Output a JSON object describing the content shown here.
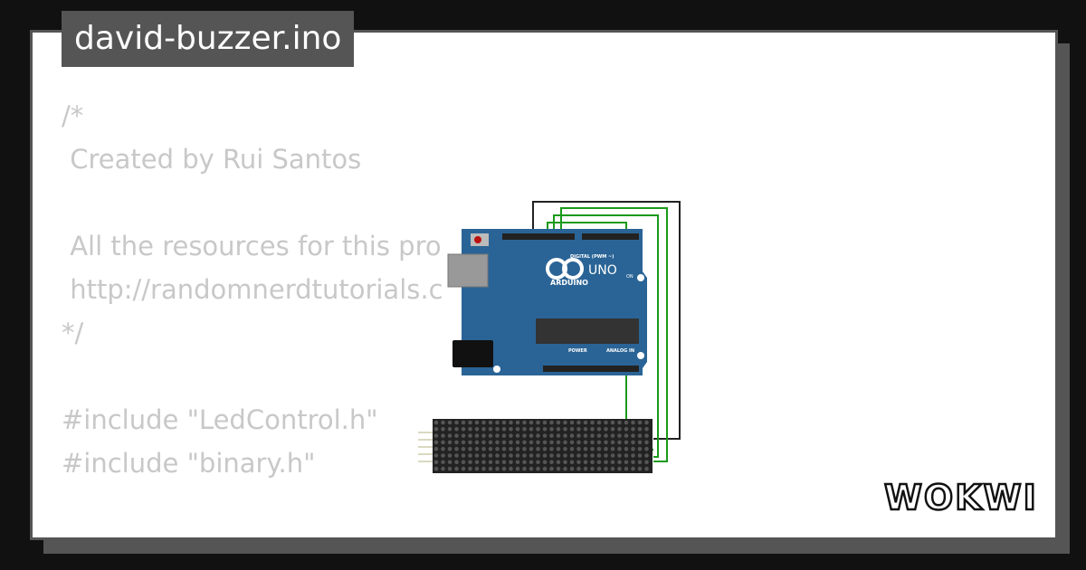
{
  "title": "david-buzzer.ino",
  "code_lines": [
    "/*",
    " Created by Rui Santos",
    "",
    " All the resources for this pro",
    " http://randomnerdtutorials.c",
    "*/",
    "",
    "#include \"LedControl.h\"",
    "#include \"binary.h\"",
    "",
    "#"
  ],
  "board": {
    "brand": "ARDUINO",
    "model": "UNO",
    "digital_label": "DIGITAL (PWM ~)",
    "power_label": "POWER",
    "analog_label": "ANALOG IN",
    "on_label": "ON"
  },
  "logo": "WOKWI",
  "colors": {
    "background": "#111111",
    "panel": "#555555",
    "card": "#ffffff",
    "code_text": "#c8c8c8",
    "board": "#2a6496",
    "wire_green": "#1a9a1a",
    "wire_black": "#222222",
    "matrix": "#222222"
  }
}
